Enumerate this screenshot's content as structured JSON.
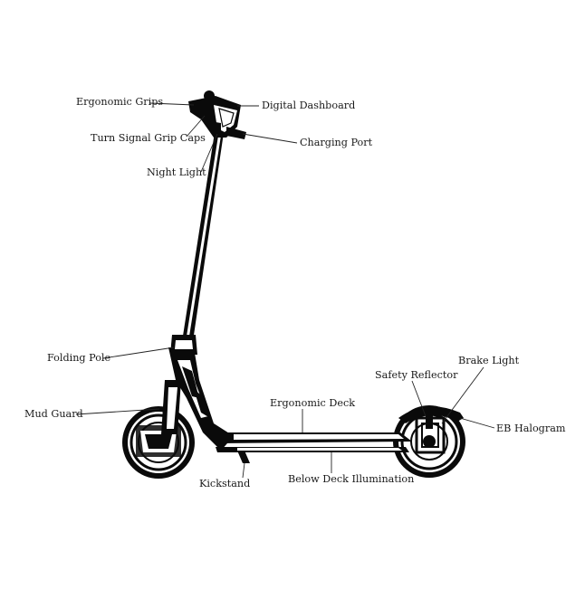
{
  "labels": {
    "ergonomic_grips": "Ergonomic Grips",
    "digital_dashboard": "Digital Dashboard",
    "turn_signal_grip_caps": "Turn Signal Grip Caps",
    "charging_port": "Charging Port",
    "night_light": "Night Light",
    "folding_pole": "Folding Pole",
    "brake_light": "Brake Light",
    "safety_reflector": "Safety Reflector",
    "ergonomic_deck": "Ergonomic Deck",
    "mud_guard": "Mud Guard",
    "eb_halogram": "EB Halogram",
    "kickstand": "Kickstand",
    "below_deck_illumination": "Below Deck Illumination"
  },
  "colors": {
    "ink": "#0a0a0a",
    "background": "#ffffff",
    "label_text": "#1a1a1a"
  }
}
